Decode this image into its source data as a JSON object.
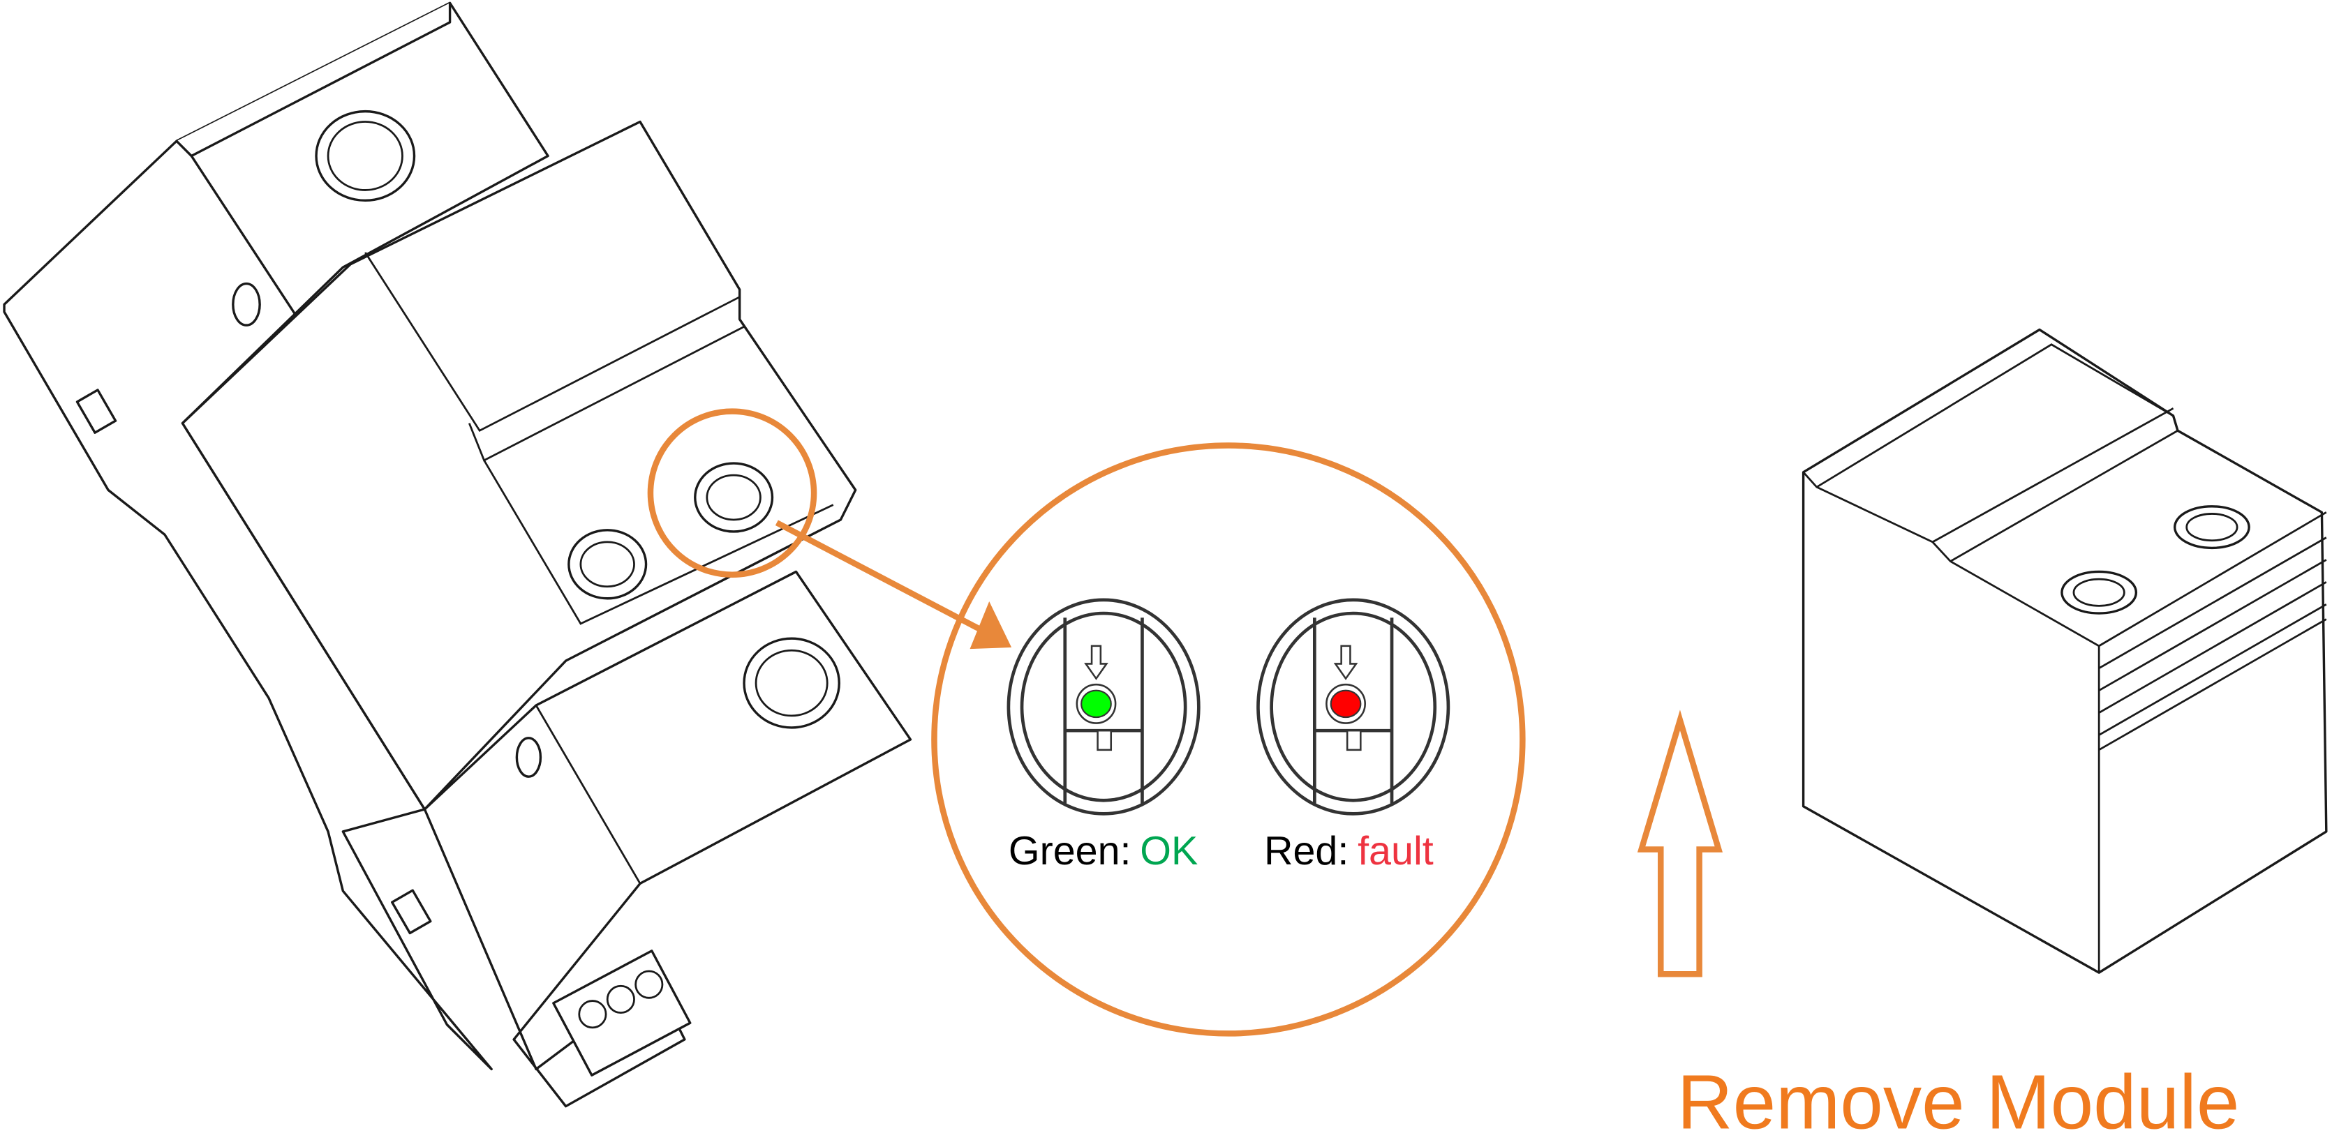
{
  "indicators": [
    {
      "label": "Green:",
      "status": "OK",
      "status_color": "#00a651",
      "led_color": "#00ff00"
    },
    {
      "label": "Red:",
      "status": "fault",
      "status_color": "#ee3340",
      "led_color": "#ff0000"
    }
  ],
  "caption": "Remove Module",
  "accent_color": "#e8883a"
}
